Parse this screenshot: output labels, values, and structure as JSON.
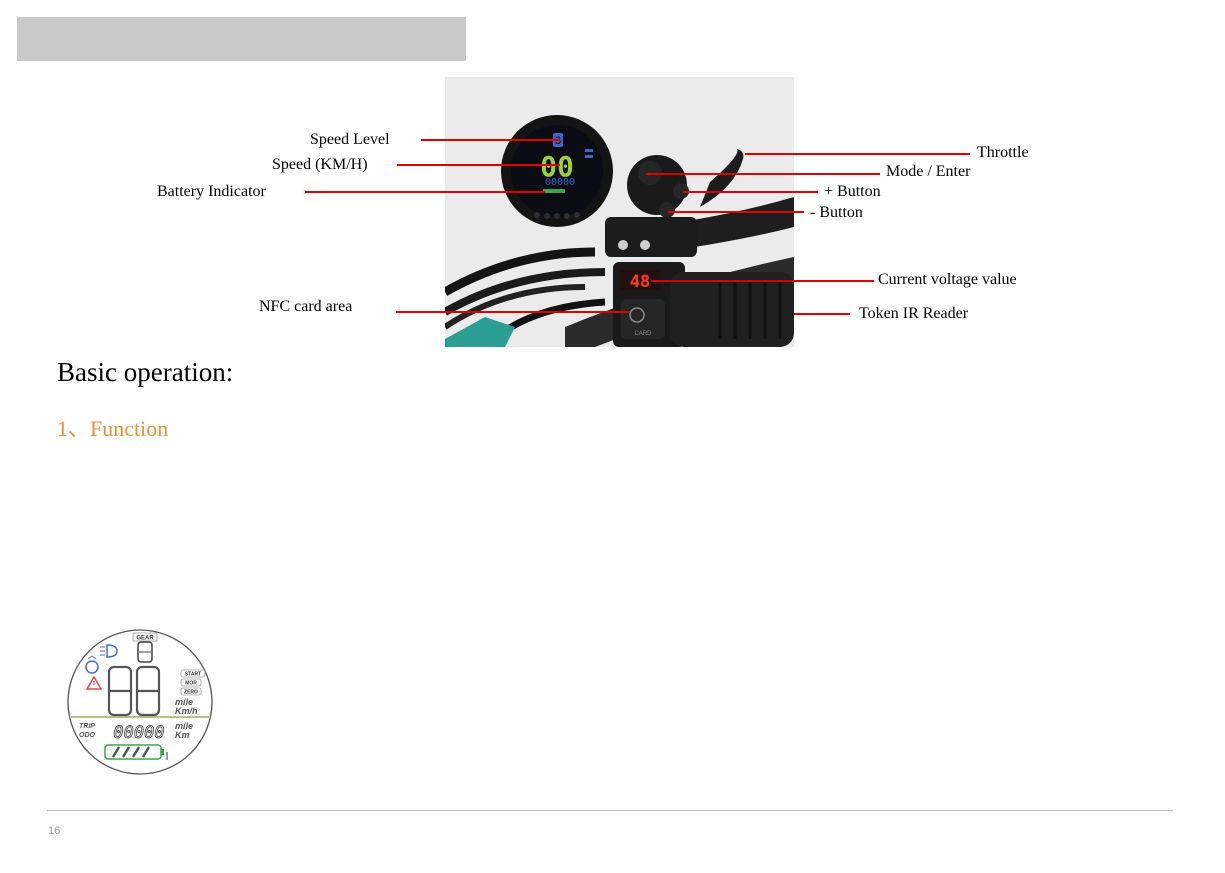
{
  "callouts": {
    "speed_level": "Speed Level",
    "speed_kmh": "Speed (KM/H)",
    "battery_indicator": "Battery Indicator",
    "nfc_card_area": "NFC card area",
    "throttle": "Throttle",
    "mode_enter": "Mode / Enter",
    "plus_button": "+ Button",
    "minus_button": "- Button",
    "current_voltage": "Current voltage value",
    "token_ir_reader": "Token IR Reader"
  },
  "photo_display": {
    "speed_digits": "00",
    "odometer_digits": "00000",
    "gear_digit": "3",
    "voltage_digits": "48",
    "card_text": "CARD"
  },
  "section": {
    "title": "Basic operation:",
    "subtitle": "1、Function"
  },
  "dial": {
    "gear_label": "GEAR",
    "start_label": "START",
    "mode_label": "MOR",
    "zero_label": "ZERO",
    "mile_label": "mile",
    "kmh_label": "Km/h",
    "trip_label": "TRIP",
    "odo_label": "ODO",
    "odo_mile_label": "mile",
    "odo_km_label": "Km",
    "odo_digits": "00000"
  },
  "footer": {
    "page_number": "16"
  },
  "colors": {
    "callout_line": "#e00000",
    "subtitle": "#e8913a",
    "lcd_green": "#9bd23c"
  }
}
